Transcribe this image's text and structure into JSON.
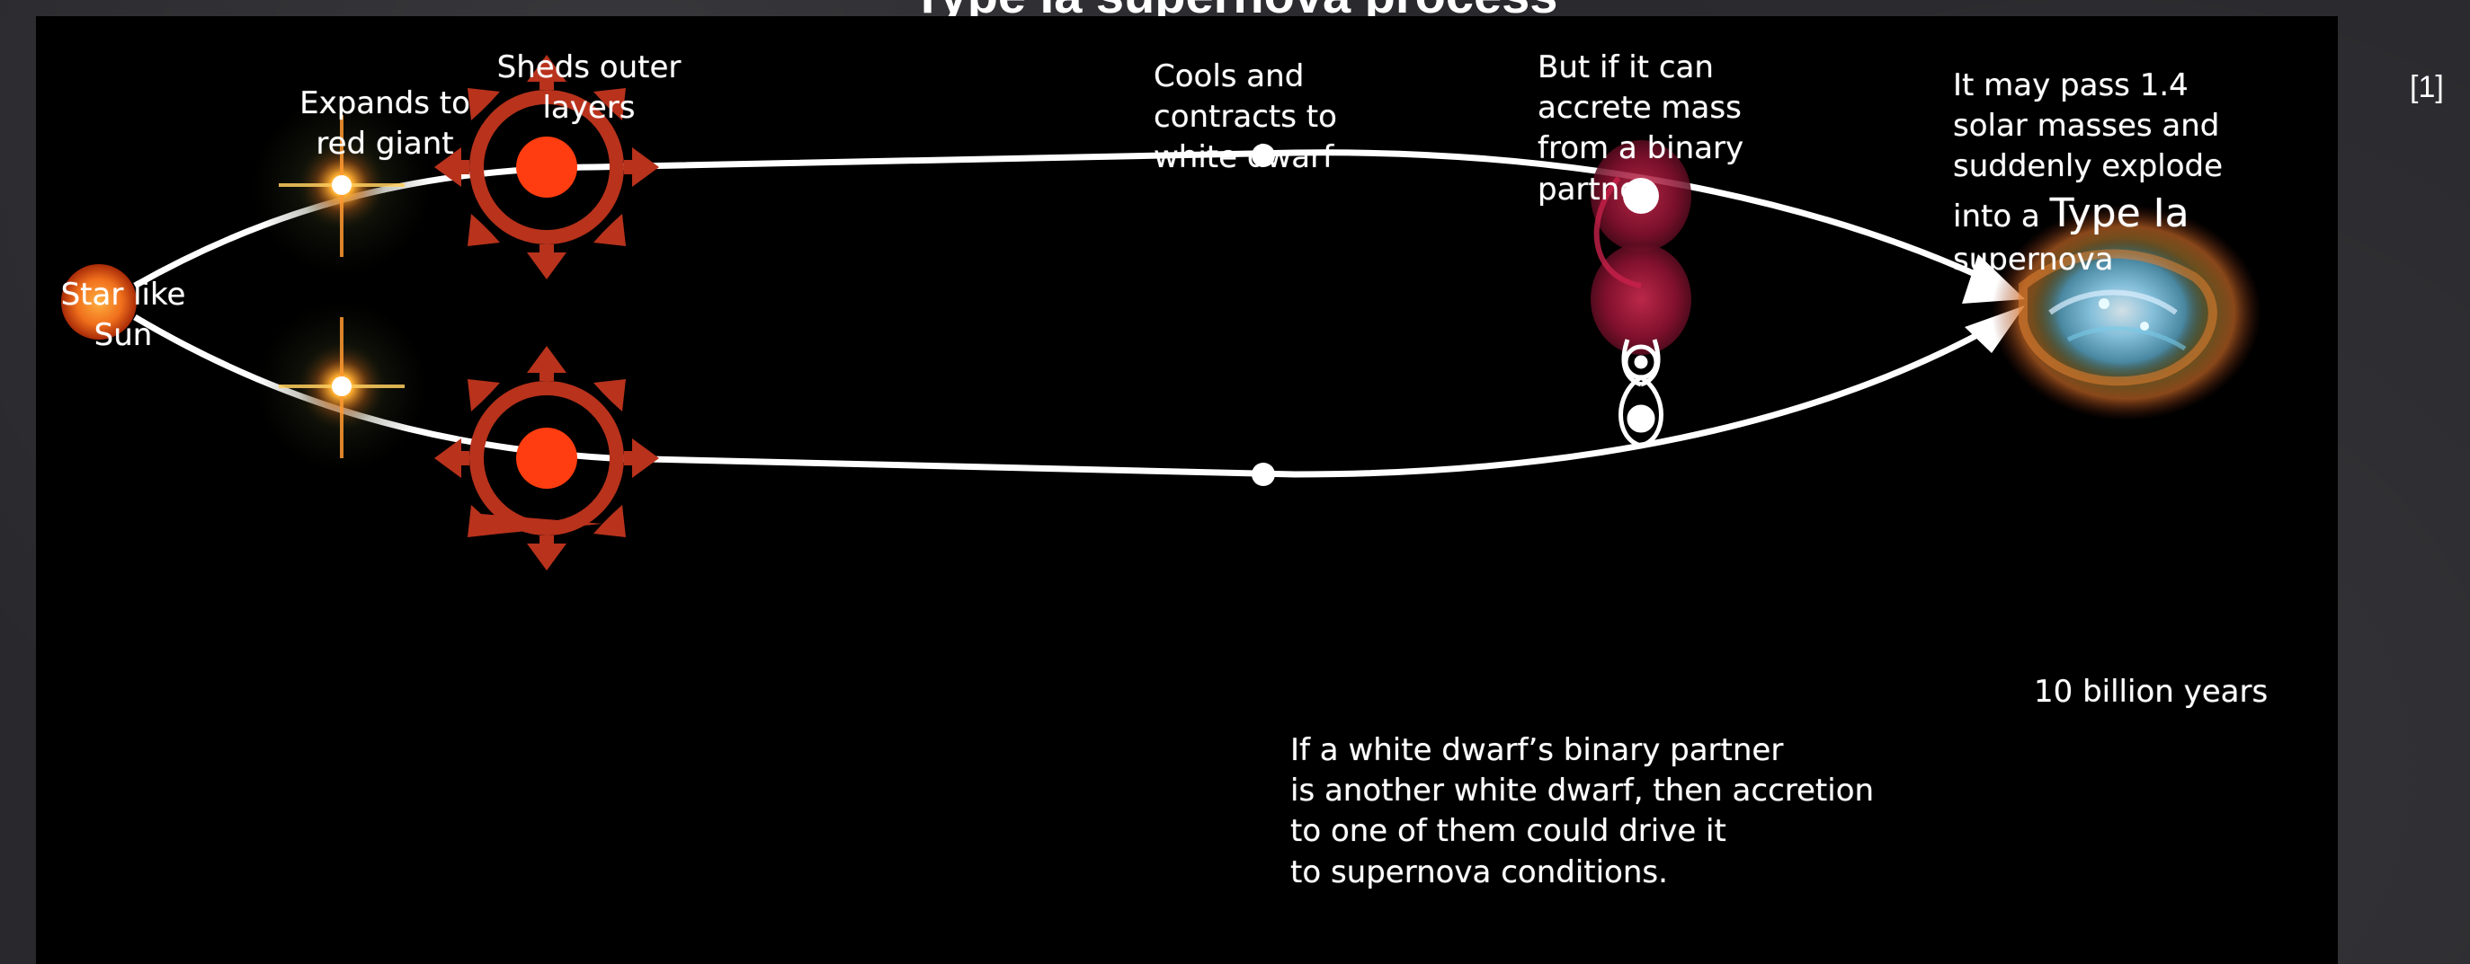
{
  "title": "Type Ia supernova process",
  "reference": "[1]",
  "labels": {
    "star_like_sun": "Star like\nSun",
    "expands_to_red_giant": "Expands to\nred giant",
    "sheds_outer_layers": "Sheds outer\nlayers",
    "cools_and_contracts": "Cools and\ncontracts to\nwhite dwarf",
    "accrete_mass": "But if it can\naccrete  mass\nfrom a binary\n  partner",
    "pass_limit_prefix": "It may pass 1.4\nsolar masses and\nsuddenly explode\ninto a ",
    "type_ia": "Type Ia",
    "supernova_word": "supernova",
    "ten_billion_years": "10 billion years",
    "binary_white_dwarf": "If a white dwarf’s binary partner\nis another white dwarf,  then accretion\nto one of them could drive it\nto supernova conditions."
  },
  "colors": {
    "page_background": "#2c2c30",
    "panel_background": "#000000",
    "sun": "#f0701c",
    "shell": "#b8321c",
    "shell_core": "#ff3d10",
    "path_line": "#ffffff",
    "binary_partner": "#a8193a"
  },
  "icons": {
    "sun": "sun-icon",
    "red_giant": "red-giant-icon",
    "planetary_nebula": "planetary-nebula-icon",
    "white_dwarf": "white-dwarf-icon",
    "binary_partner": "binary-partner-icon",
    "supernova": "supernova-remnant-icon",
    "double_white_dwarf": "double-white-dwarf-icon"
  }
}
